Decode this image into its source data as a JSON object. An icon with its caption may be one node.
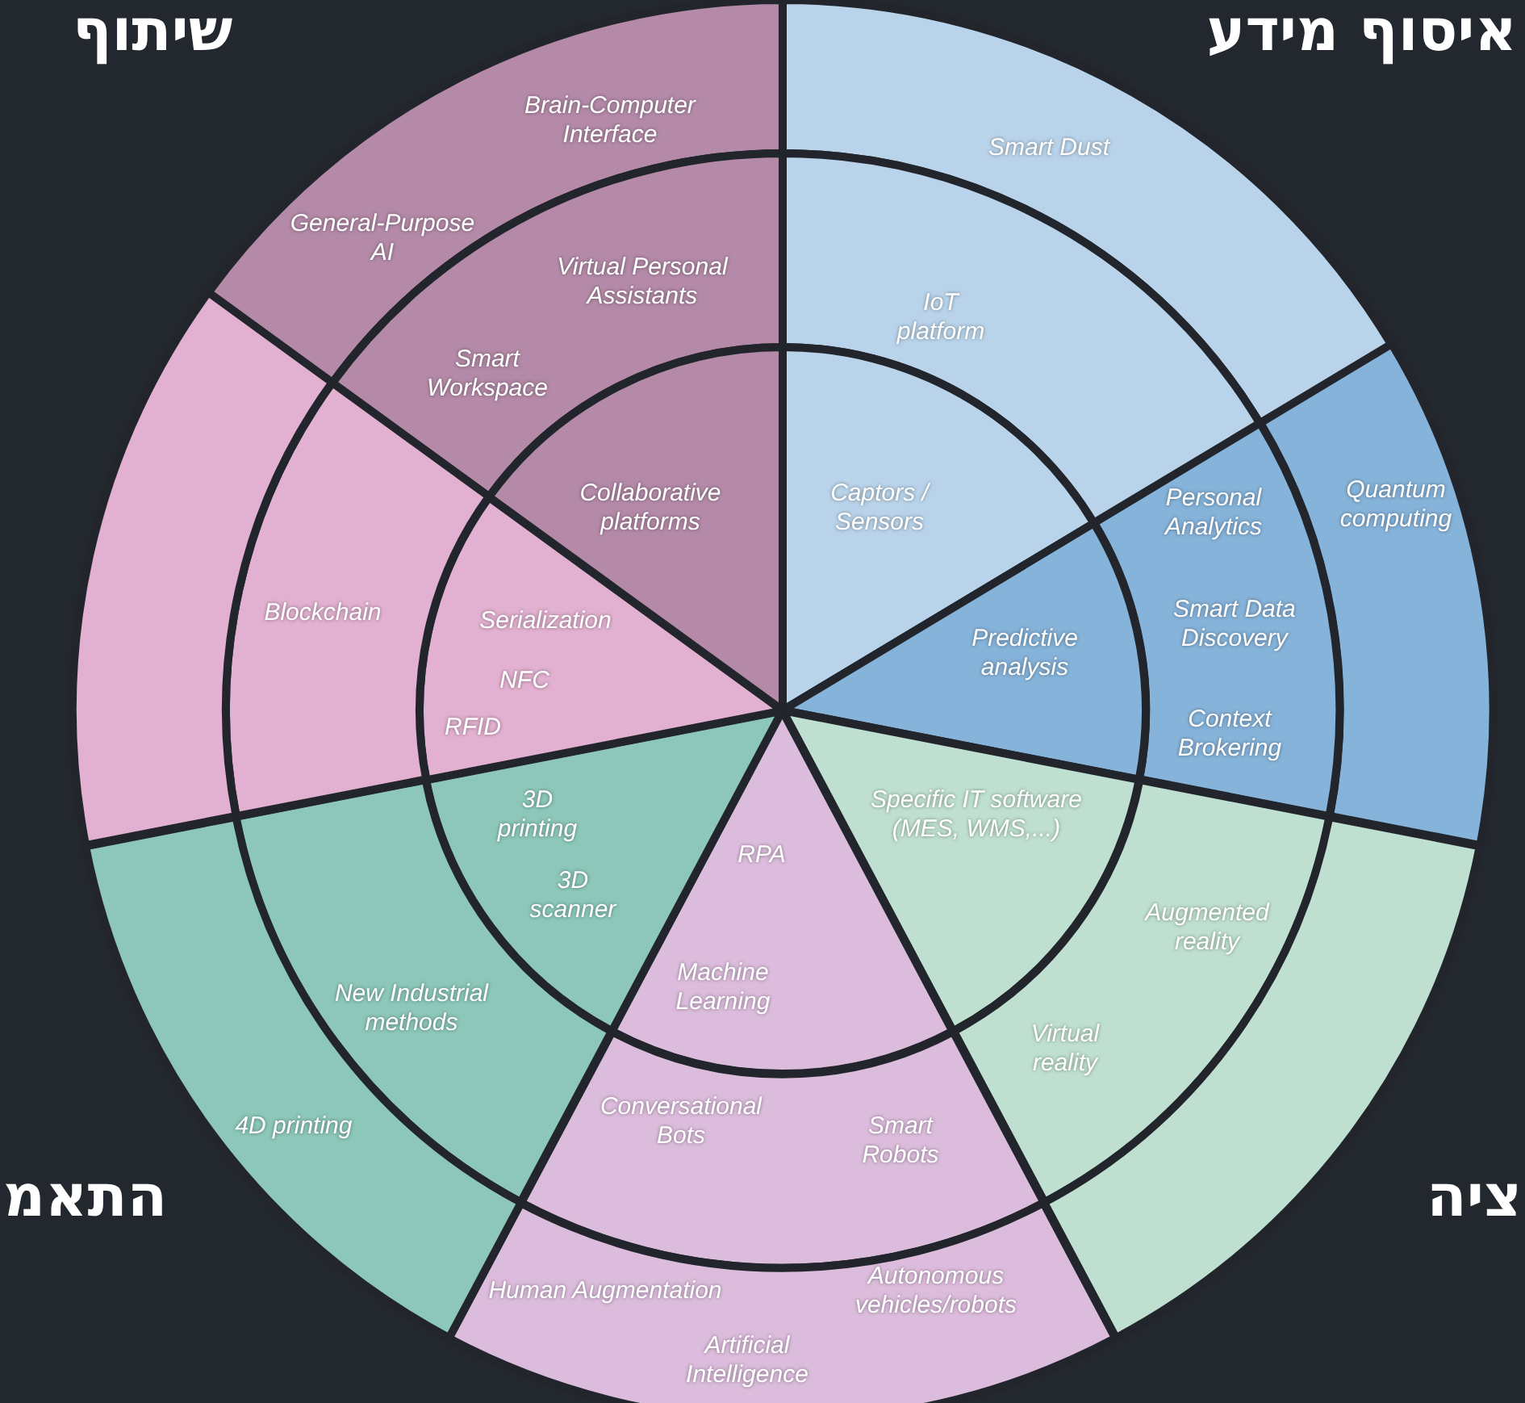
{
  "diagram": {
    "nodes": [
      {
        "text": [
          "Brain-Computer Interface",
          "General-Purpose AI"
        ]
      },
      {
        "text": [
          "Virtual Personal Assistants",
          "Smart Workspace"
        ]
      },
      {
        "text": [
          "Collaborative platforms"
        ]
      },
      {
        "text": [
          "Smart Dust"
        ]
      },
      {
        "text": [
          "IoT platform"
        ]
      },
      {
        "text": [
          "Captors / Sensors"
        ]
      },
      {
        "text": [
          "Quantum computing"
        ]
      },
      {
        "text": [
          "Personal Analytics",
          "Smart Data Discovery",
          "Context Brokering"
        ]
      },
      {
        "text": [
          "Predictive analysis"
        ]
      },
      {
        "text": [
          "Specific IT software (MES, WMS,...)"
        ]
      },
      {
        "text": [
          "Augmented reality",
          "Virtual reality"
        ]
      },
      {
        "text": [],
        "shape": "sector"
      },
      {
        "text": [
          "RPA",
          "Machine Learning"
        ]
      },
      {
        "text": [
          "Conversational Bots",
          "Smart Robots"
        ]
      },
      {
        "text": [
          "Human Augmentation",
          "Artificial Intelligence",
          "Autonomous vehicles/robots"
        ]
      },
      {
        "text": [
          "3D printing",
          "3D scanner"
        ]
      },
      {
        "text": [
          "New Industrial methods"
        ]
      },
      {
        "text": [
          "4D printing"
        ]
      },
      {
        "text": [
          "Serialization",
          "NFC",
          "RFID"
        ]
      },
      {
        "text": [
          "Blockchain"
        ]
      },
      {
        "text": [],
        "shape": "sector"
      }
    ],
    "labels": [
      "שיתוף",
      "איסוף מידע",
      "התאמ",
      "ציה"
    ]
  }
}
